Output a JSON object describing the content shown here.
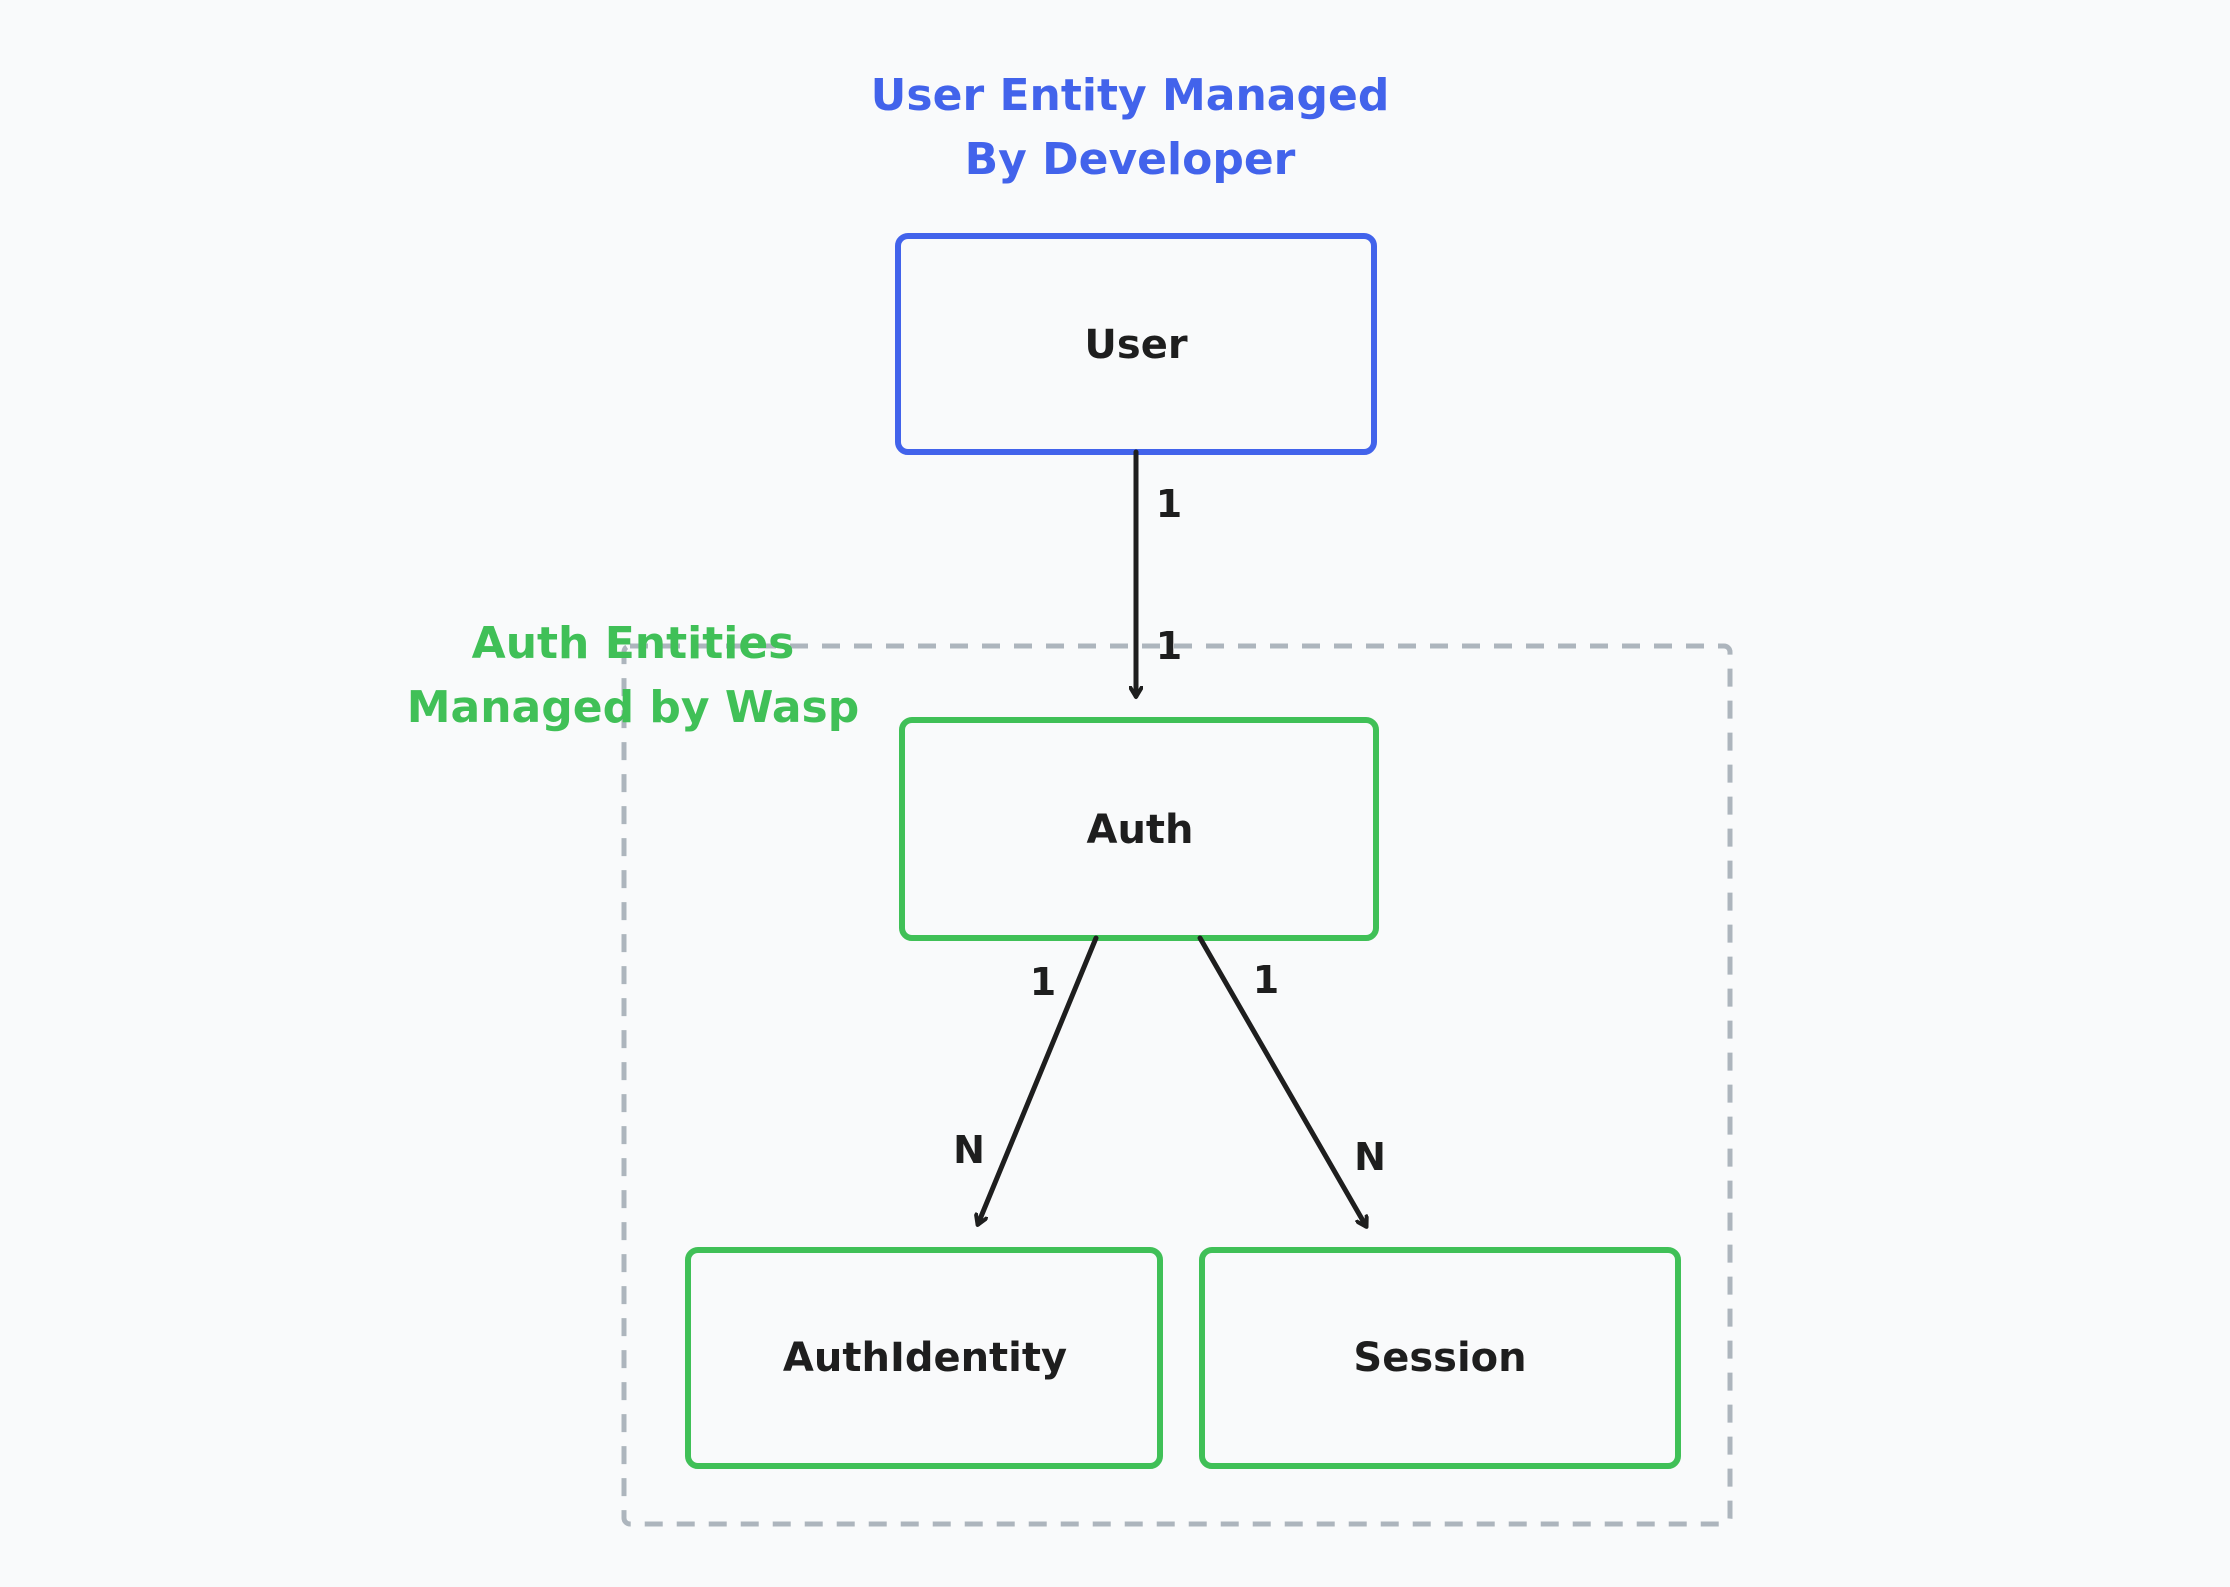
{
  "colors": {
    "background": "#f9fafb",
    "developer_managed": "#4263eb",
    "wasp_managed": "#40c057",
    "arrow": "#1e1e1e",
    "group_border": "#adb5bd"
  },
  "titles": {
    "developer": {
      "line1": "User Entity Managed",
      "line2": "By Developer"
    },
    "wasp": {
      "line1": "Auth Entities",
      "line2": "Managed by Wasp"
    }
  },
  "entities": {
    "user": "User",
    "auth": "Auth",
    "auth_identity": "AuthIdentity",
    "session": "Session"
  },
  "relations": {
    "user_auth": {
      "from": "1",
      "to": "1"
    },
    "auth_identity": {
      "from": "1",
      "to": "N"
    },
    "auth_session": {
      "from": "1",
      "to": "N"
    }
  }
}
